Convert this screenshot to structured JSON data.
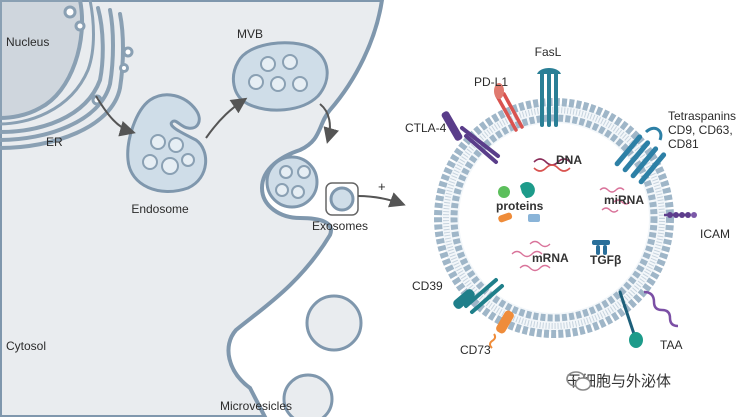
{
  "cell": {
    "nucleus": "Nucleus",
    "er": "ER",
    "endosome": "Endosome",
    "mvb": "MVB",
    "exosomes": "Exosomes",
    "cytosol": "Cytosol",
    "microvesicles": "Microvesicles",
    "release_sign": "+"
  },
  "exosome": {
    "fasl": "FasL",
    "pdl1": "PD-L1",
    "ctla4": "CTLA-4",
    "tetraspanins": "Tetraspanins\nCD9, CD63,\nCD81",
    "icam": "ICAM",
    "cd39": "CD39",
    "cd73": "CD73",
    "taa": "TAA",
    "dna": "DNA",
    "proteins": "proteins",
    "mirna": "miRNA",
    "mrna": "mRNA",
    "tgfb": "TGFβ"
  },
  "watermark": {
    "text": "干细胞与外泌体",
    "icon": "wechat-icon"
  },
  "colors": {
    "cytoplasm": "#e9ecef",
    "membrane": "#7f97ad",
    "vesicle_fill": "#cfdde8",
    "bead": "#9fb6c8",
    "fasl": "#2a7f96",
    "pdl1": "#d9534f",
    "ctla4": "#5a3d8a",
    "tetraspanin": "#2d80a6",
    "cd39": "#1f7f8a",
    "cd73": "#ef8c3a",
    "taa": "#1d9b8a",
    "icam": "#5e3d8c",
    "dna": "#8a2d5a",
    "mirna": "#d9739a",
    "tgfb": "#2a6f9a"
  }
}
